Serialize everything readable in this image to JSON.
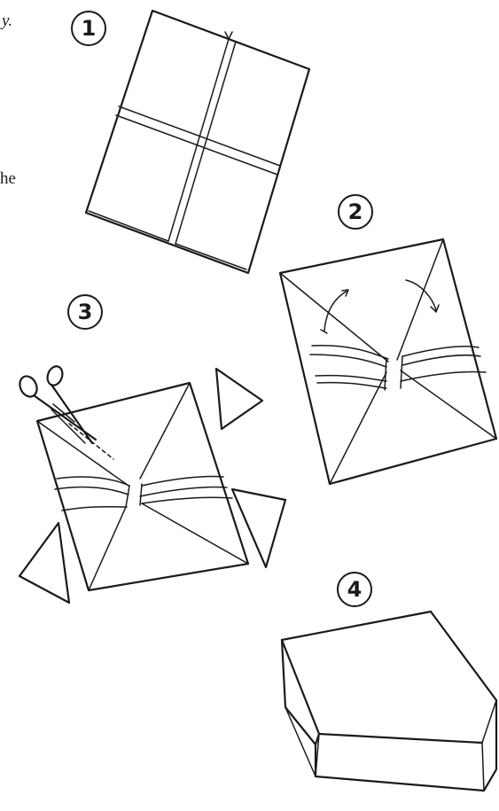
{
  "text_fragments": {
    "top_fragment": "y.",
    "middle_fragment": "he"
  },
  "steps": [
    {
      "number": "1"
    },
    {
      "number": "2"
    },
    {
      "number": "3"
    },
    {
      "number": "4"
    }
  ]
}
